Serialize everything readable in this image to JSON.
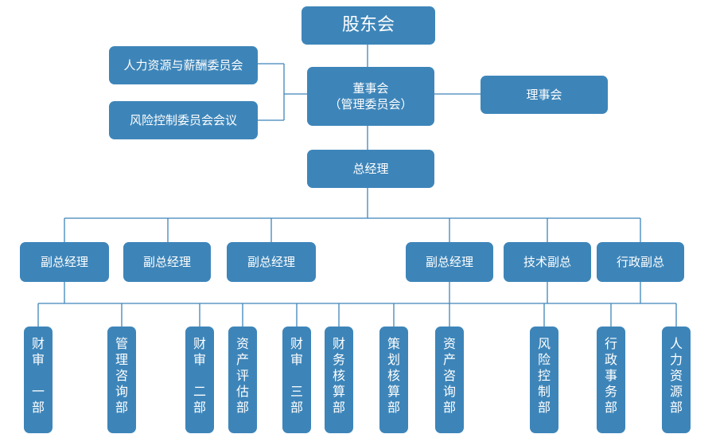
{
  "org_chart": {
    "top": "股东会",
    "board_line1": "董事会",
    "board_line2": "（管理委员会）",
    "committees": [
      "人力资源与薪酬委员会",
      "风险控制委员会会议"
    ],
    "supervisors": "理事会",
    "general_manager": "总经理",
    "managers": [
      "副总经理",
      "副总经理",
      "副总经理",
      "副总经理",
      "技术副总",
      "行政副总"
    ],
    "departments": [
      "财审\n\n一部",
      "管理咨询部",
      "财审\n\n二部",
      "资产评估部",
      "财审\n\n三部",
      "财务核算部",
      "策划核算部",
      "资产咨询部",
      "风险控制部",
      "行政事务部",
      "人力资源部"
    ]
  }
}
